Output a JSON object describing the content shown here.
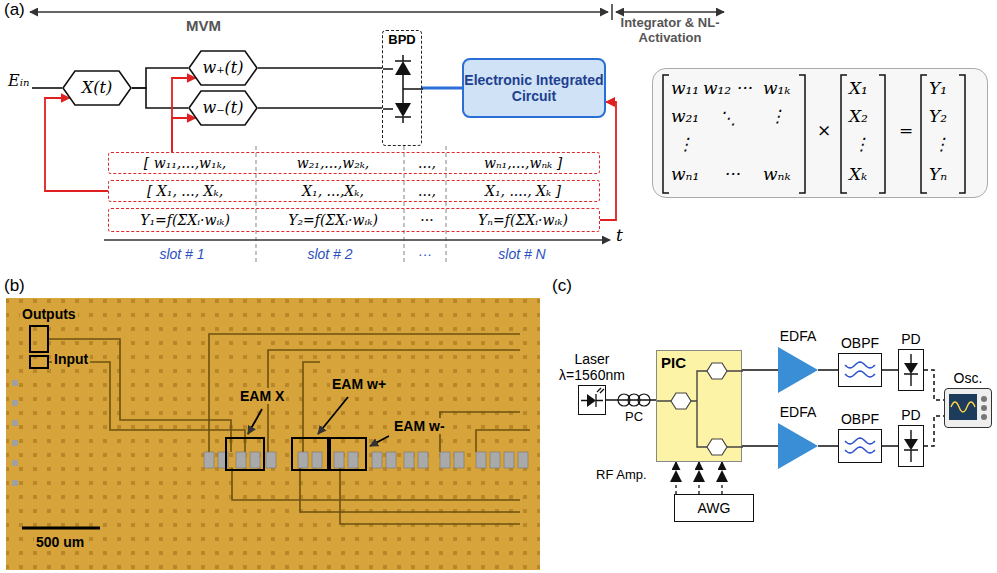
{
  "diagram": {
    "nodes": [
      {
        "text": [
          "X(t)"
        ]
      },
      {
        "text": [
          "w₊(t)"
        ]
      },
      {
        "text": [
          "w₋(t)"
        ]
      },
      {
        "text": [
          "BPD"
        ]
      },
      {
        "text": [
          "Electronic Integrated Circuit"
        ]
      },
      {
        "text": [
          "w₁₁",
          "w₁₂",
          "···",
          "w₁ₖ",
          "w₂₁",
          "⋱",
          "⋮",
          "⋮",
          "wₙ₁",
          "···",
          "wₙₖ",
          "×",
          "X₁",
          "X₂",
          "⋮",
          "Xₖ",
          "=",
          "Y₁",
          "Y₂",
          "⋮",
          "Yₙ"
        ]
      },
      {
        "text": [
          "[ w₁₁,...,w₁ₖ,",
          "w₂₁,...,w₂ₖ,",
          "...,",
          "wₙ₁,...,wₙₖ ]"
        ]
      },
      {
        "text": [
          "[ X₁, ..., Xₖ,",
          "X₁, ...,Xₖ,",
          "...,",
          "X₁, ...., Xₖ ]"
        ]
      },
      {
        "text": [
          "Y₁=f(ΣXᵢ·wᵢₖ)",
          "Y₂=f(ΣXᵢ·wᵢₖ)",
          "···",
          "Yₙ=f(ΣXᵢ·wᵢₖ)"
        ]
      },
      {
        "text": [
          "Laser",
          "λ=1560nm"
        ]
      },
      {
        "text": [
          "PIC"
        ]
      },
      {
        "text": [
          "EDFA"
        ]
      },
      {
        "text": [
          "OBPF"
        ]
      },
      {
        "text": [
          "PD"
        ]
      },
      {
        "text": [
          "Osc."
        ]
      },
      {
        "text": [
          "EDFA"
        ]
      },
      {
        "text": [
          "OBPF"
        ]
      },
      {
        "text": [
          "PD"
        ]
      },
      {
        "text": [
          "AWG"
        ]
      }
    ],
    "edges": [
      {
        "from": 0,
        "to": 1,
        "arrow": "none"
      },
      {
        "from": 0,
        "to": 2,
        "arrow": "none"
      },
      {
        "from": 1,
        "to": 3,
        "arrow": "none"
      },
      {
        "from": 2,
        "to": 3,
        "arrow": "none"
      },
      {
        "from": 3,
        "to": 4,
        "arrow": "none"
      },
      {
        "from": 6,
        "to": 1,
        "arrow": "to"
      },
      {
        "from": 6,
        "to": 2,
        "arrow": "to"
      },
      {
        "from": 7,
        "to": 0,
        "arrow": "to"
      },
      {
        "from": 8,
        "to": 4,
        "arrow": "to"
      },
      {
        "from": 9,
        "to": 10,
        "arrow": "none"
      },
      {
        "from": 10,
        "to": 11,
        "arrow": "none"
      },
      {
        "from": 11,
        "to": 12,
        "arrow": "none"
      },
      {
        "from": 12,
        "to": 13,
        "arrow": "none"
      },
      {
        "from": 13,
        "to": 14,
        "arrow": "none"
      },
      {
        "from": 10,
        "to": 15,
        "arrow": "none"
      },
      {
        "from": 15,
        "to": 16,
        "arrow": "none"
      },
      {
        "from": 16,
        "to": 17,
        "arrow": "none"
      },
      {
        "from": 17,
        "to": 14,
        "arrow": "none"
      },
      {
        "from": 18,
        "to": 10,
        "arrow": "to"
      },
      {
        "from": 18,
        "to": 10,
        "arrow": "to"
      },
      {
        "from": 18,
        "to": 10,
        "arrow": "to"
      }
    ],
    "labels": [
      "(a)",
      "MVM",
      "Integrator & NL-Activation",
      "Eᵢₙ",
      "slot # 1",
      "slot # 2",
      "···",
      "slot # N",
      "t",
      "(b)",
      "Outputs",
      "Input",
      "EAM X",
      "EAM w+",
      "EAM w-",
      "500 um",
      "(c)",
      "PC",
      "RF Amp."
    ]
  }
}
